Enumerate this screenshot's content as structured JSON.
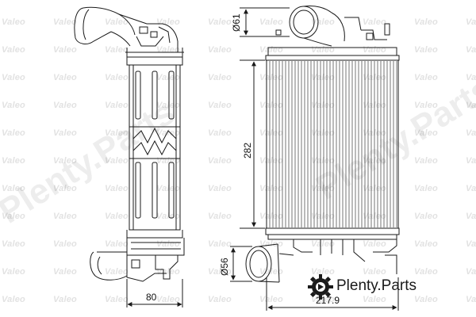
{
  "watermark": {
    "brand": "Valeo",
    "site": "Plenty.Parts"
  },
  "dimensions": {
    "inlet_diameter": "Ø61",
    "outlet_diameter": "Ø56",
    "height": "282",
    "side_width": "80",
    "front_width": "217.9"
  },
  "logo": {
    "text": "Plenty.Parts"
  },
  "colors": {
    "line": "#1a1a1a",
    "watermark": "#e2e2e2"
  }
}
